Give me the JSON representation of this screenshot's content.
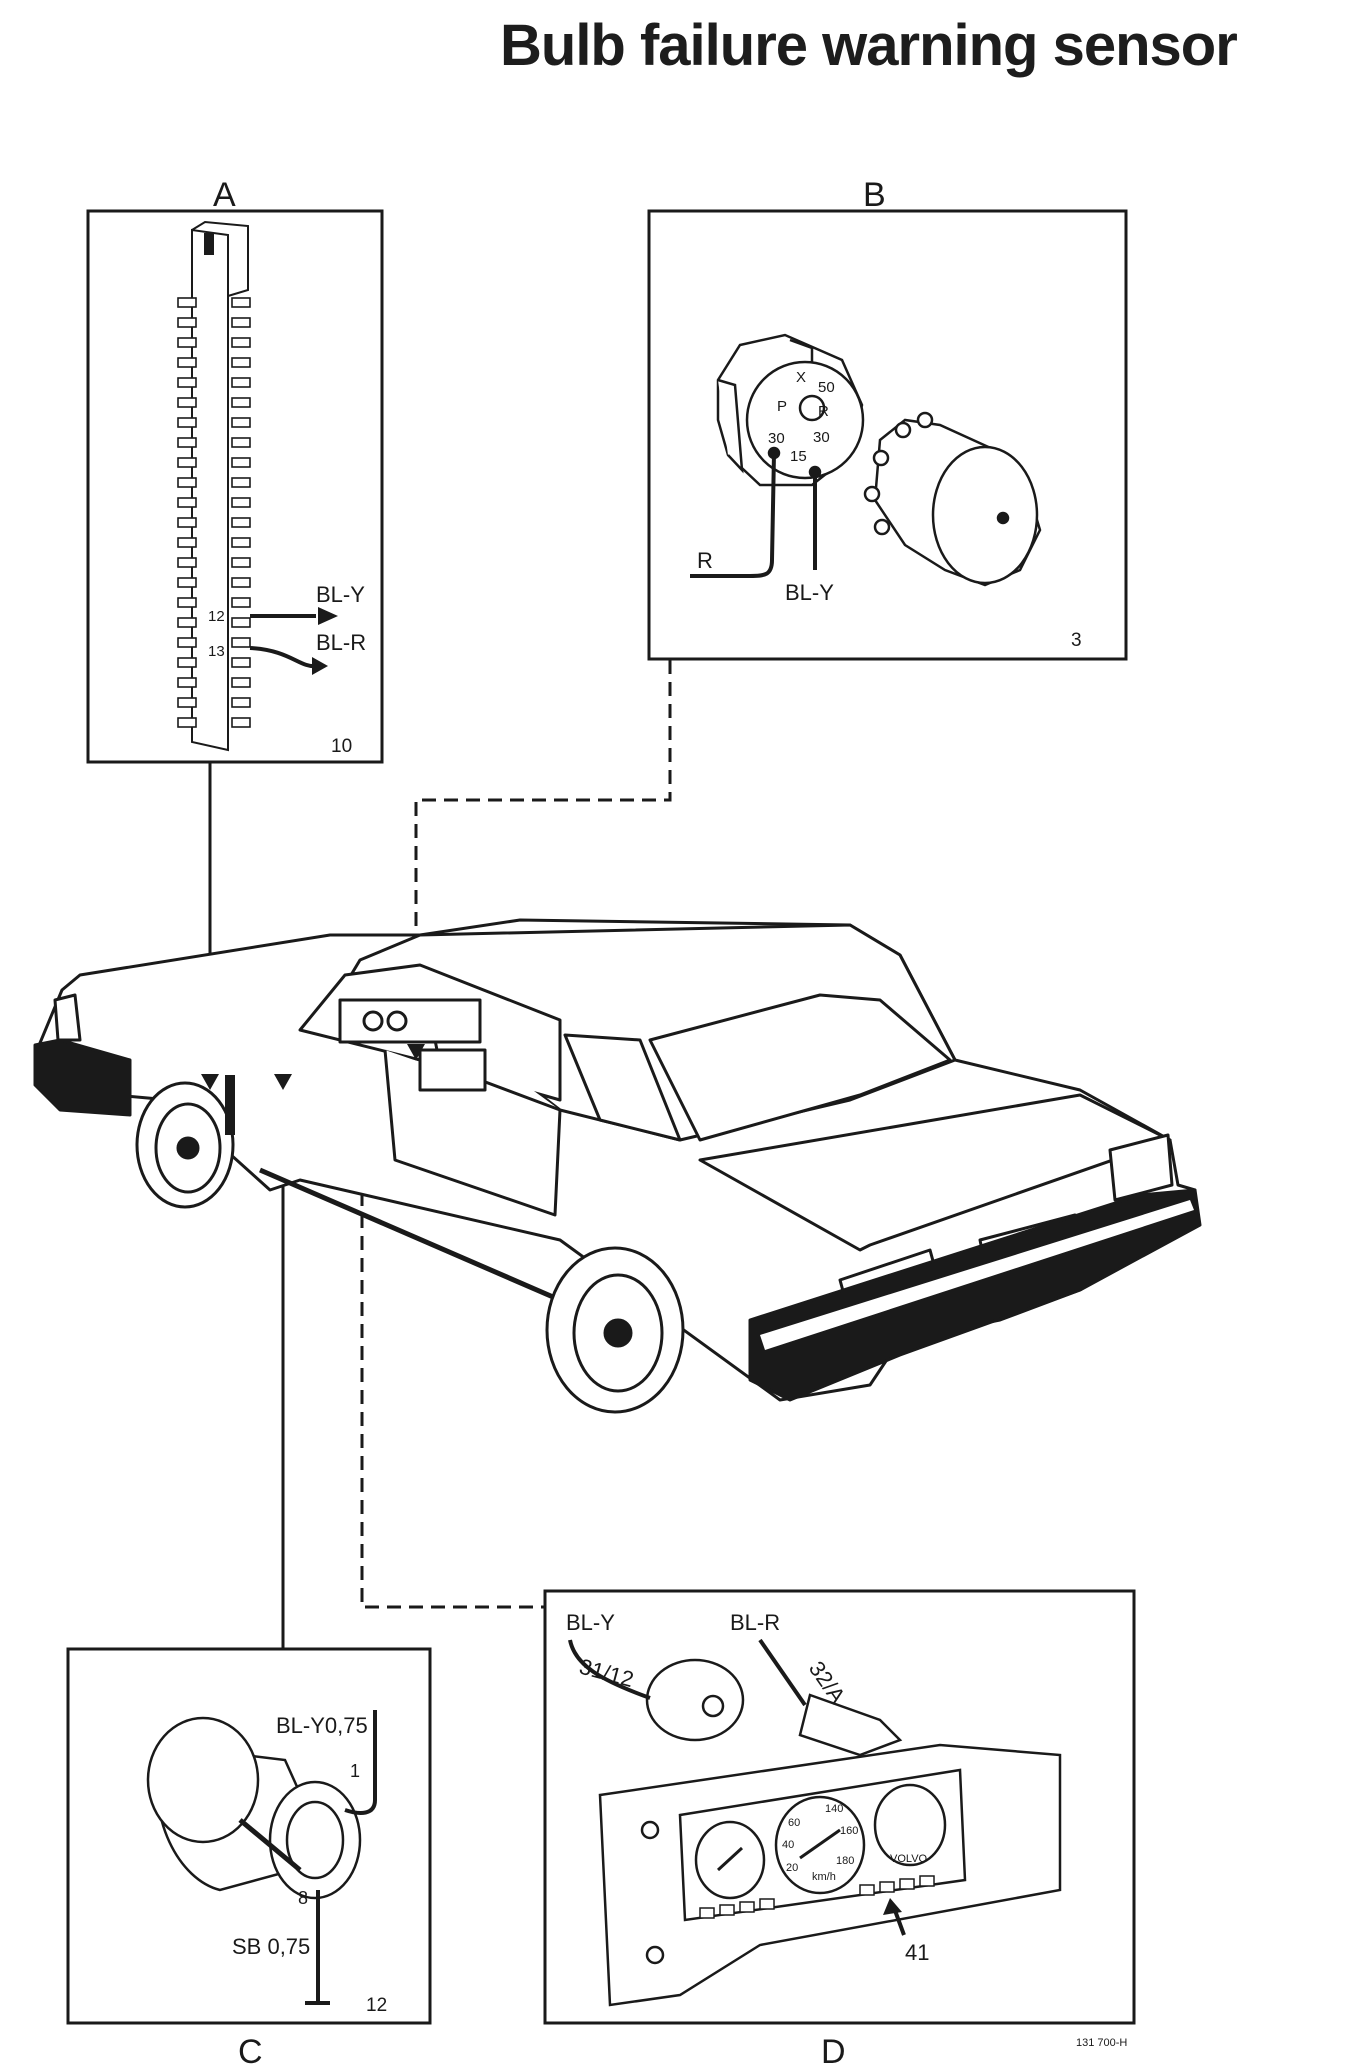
{
  "title": "Bulb failure warning sensor",
  "panels": {
    "a": {
      "letter": "A",
      "number": "10",
      "wires": [
        "BL-Y",
        "BL-R"
      ],
      "pins": [
        "12",
        "13"
      ]
    },
    "b": {
      "letter": "B",
      "number": "3",
      "wires": [
        "R",
        "BL-Y"
      ],
      "terminals": [
        "X",
        "50",
        "P",
        "R",
        "30",
        "30",
        "15"
      ]
    },
    "c": {
      "letter": "C",
      "number": "12",
      "wires": [
        "BL-Y0,75",
        "SB 0,75"
      ],
      "pins": [
        "1",
        "8"
      ]
    },
    "d": {
      "letter": "D",
      "wires": [
        "BL-Y",
        "BL-R"
      ],
      "connectors": [
        "31/12",
        "32/A"
      ],
      "pointer": "41"
    }
  },
  "gauges": {
    "speedo": [
      "140",
      "60",
      "160",
      "40",
      "180",
      "20",
      "km/h"
    ],
    "brand": "VOLVO"
  },
  "ref_code": "131 700-H"
}
